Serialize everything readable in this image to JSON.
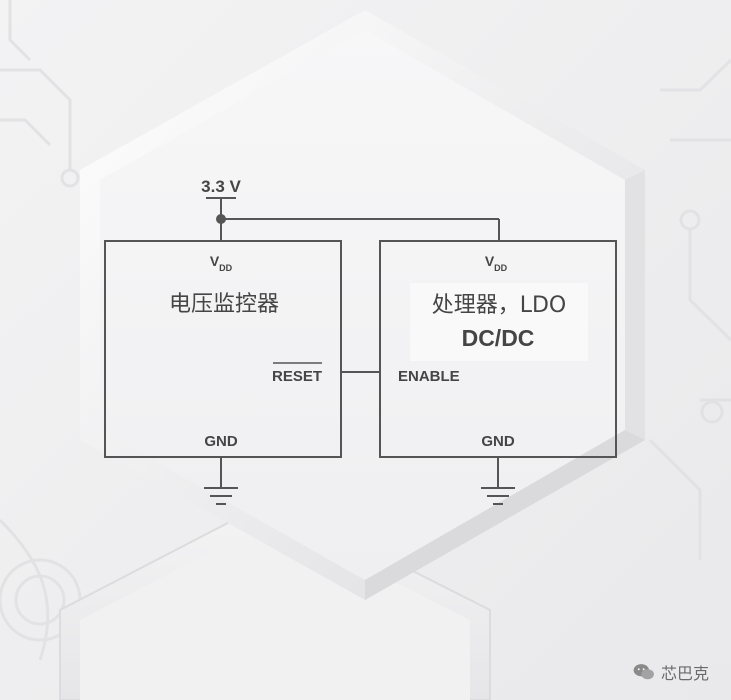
{
  "supply": {
    "voltage_label": "3.3 V"
  },
  "supervisor": {
    "vdd_main": "V",
    "vdd_sub": "DD",
    "name": "电压监控器",
    "reset_label": "RESET",
    "gnd_label": "GND"
  },
  "processor": {
    "vdd_main": "V",
    "vdd_sub": "DD",
    "name_line1": "处理器，LDO",
    "name_line2": "DC/DC",
    "enable_label": "ENABLE",
    "gnd_label": "GND"
  },
  "watermark": {
    "text": "芯巴克",
    "icon": "wechat-icon"
  },
  "colors": {
    "background": "#f0f0f1",
    "panel": "#f7f7f8",
    "line": "#555555",
    "text": "#454545",
    "highlight_box": "#f9f9fa"
  }
}
